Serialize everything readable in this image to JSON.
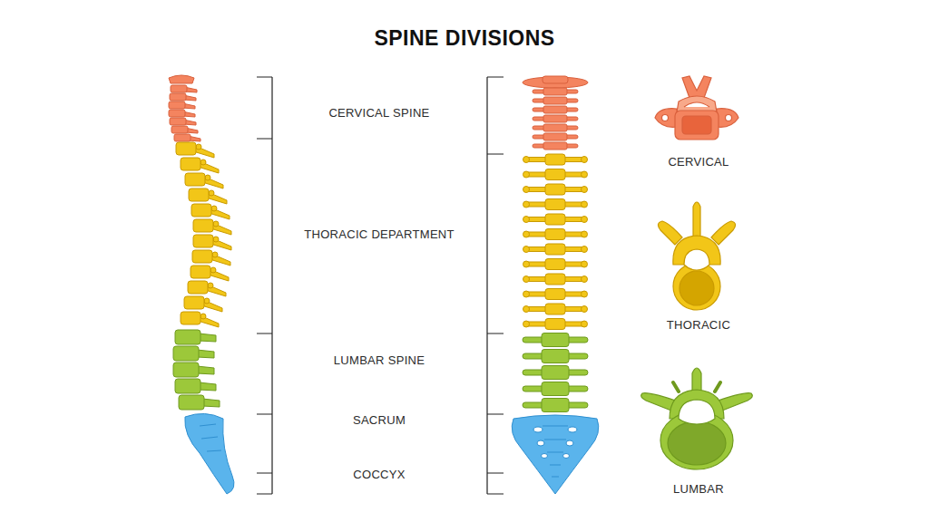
{
  "diagram": {
    "title": "SPINE DIVISIONS",
    "labels": [
      "CERVICAL SPINE",
      "THORACIC DEPARTMENT",
      "LUMBAR SPINE",
      "SACRUM",
      "COCCYX",
      "CERVICAL",
      "THORACIC",
      "LUMBAR"
    ]
  }
}
